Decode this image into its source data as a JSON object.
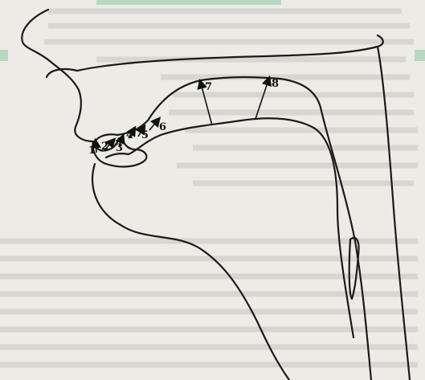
{
  "diagram": {
    "labels": [
      "1",
      "2",
      "3",
      "4",
      "5",
      "6",
      "7",
      "8"
    ]
  }
}
